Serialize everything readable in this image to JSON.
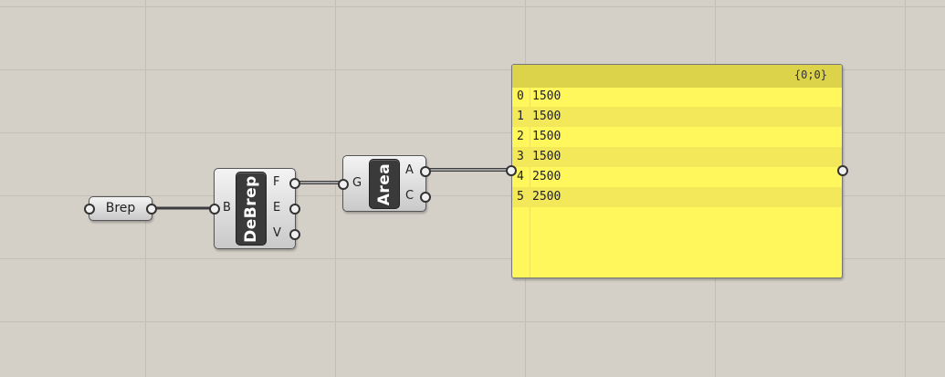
{
  "canvas": {
    "background": "#d4d0c8",
    "panel_color": "#fff75c"
  },
  "brep_param": {
    "label": "Brep"
  },
  "debrep": {
    "nickname": "DeBrep",
    "inputs": [
      "B"
    ],
    "outputs": [
      "F",
      "E",
      "V"
    ]
  },
  "area": {
    "nickname": "Area",
    "inputs": [
      "G"
    ],
    "outputs": [
      "A",
      "C"
    ]
  },
  "panel": {
    "path": "{0;0}",
    "rows": [
      {
        "index": "0",
        "value": "1500"
      },
      {
        "index": "1",
        "value": "1500"
      },
      {
        "index": "2",
        "value": "1500"
      },
      {
        "index": "3",
        "value": "1500"
      },
      {
        "index": "4",
        "value": "2500"
      },
      {
        "index": "5",
        "value": "2500"
      }
    ]
  }
}
